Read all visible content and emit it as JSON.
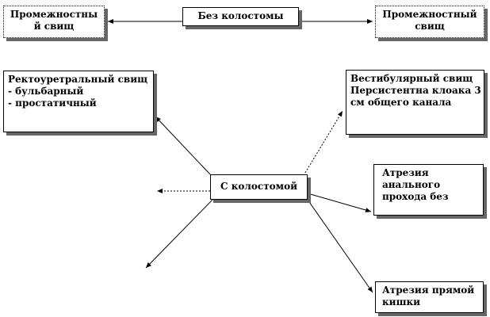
{
  "nodes": {
    "no_colostomy": {
      "lines": [
        "Без колостомы"
      ]
    },
    "perineal_left": {
      "lines": [
        "Промежностны",
        "й свищ"
      ]
    },
    "perineal_right": {
      "lines": [
        "Промежностный",
        "свищ"
      ]
    },
    "with_colostomy": {
      "lines": [
        "С колостомой"
      ]
    },
    "rectourethral": {
      "lines": [
        "Ректоуретральный свищ",
        "- бульбарный",
        "- простатичный"
      ]
    },
    "vestibular": {
      "lines": [
        "Вестибулярный свищ",
        "Персистентна клоака 3",
        "см общего канала"
      ]
    },
    "anal_atresia": {
      "lines": [
        "Атрезия",
        "анального",
        "прохода без"
      ]
    },
    "rectal_atresia": {
      "lines": [
        "Атрезия прямой",
        "кишки"
      ]
    }
  },
  "colors": {
    "line": "#000000",
    "shadow": "#666666",
    "background": "#ffffff"
  }
}
